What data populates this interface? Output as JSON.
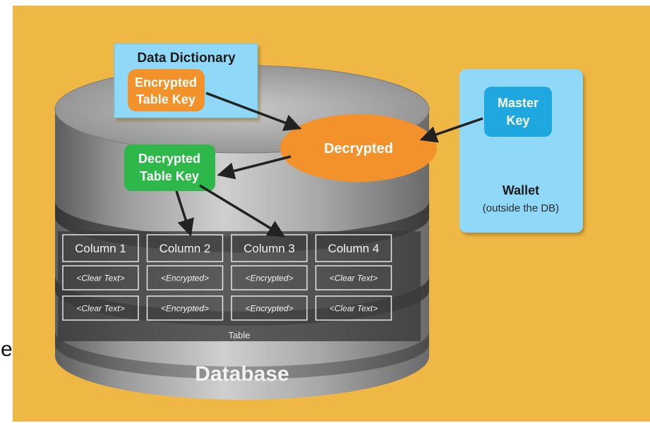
{
  "diagram": {
    "data_dictionary": {
      "title": "Data Dictionary",
      "encrypted_key_line1": "Encrypted",
      "encrypted_key_line2": "Table Key"
    },
    "decrypted_bubble": "Decrypted",
    "decrypted_table_key": {
      "line1": "Decrypted",
      "line2": "Table Key"
    },
    "master_key": {
      "line1": "Master",
      "line2": "Key"
    },
    "wallet": {
      "title": "Wallet",
      "subtitle": "(outside the DB)"
    },
    "table": {
      "columns": [
        "Column 1",
        "Column 2",
        "Column 3",
        "Column 4"
      ],
      "rows": [
        [
          "<Clear Text>",
          "<Encrypted>",
          "<Encrypted>",
          "<Clear Text>"
        ],
        [
          "<Clear Text>",
          "<Encrypted>",
          "<Encrypted>",
          "<Clear Text>"
        ]
      ],
      "label": "Table"
    },
    "database_label": "Database",
    "edge_fragment": "e"
  },
  "colors": {
    "background": "#efb845",
    "light_blue": "#8fd8f8",
    "master_blue": "#1fa7e0",
    "orange": "#f3922a",
    "green": "#2eb84a",
    "arrow": "#222222"
  }
}
